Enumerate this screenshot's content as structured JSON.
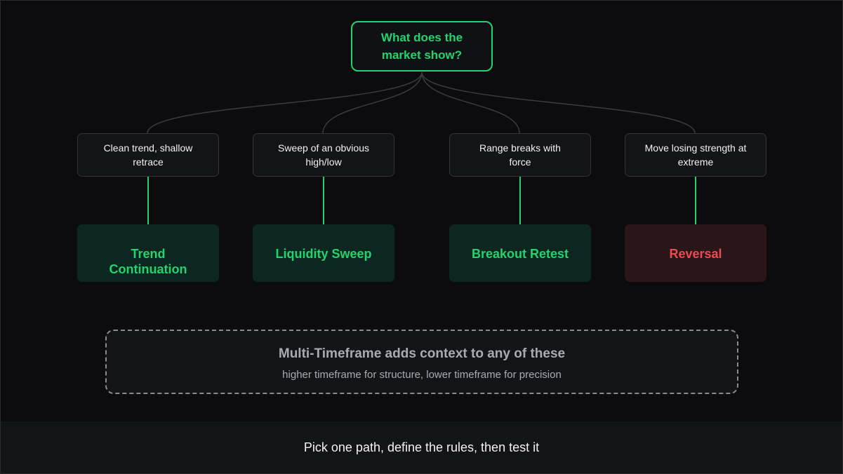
{
  "root": {
    "question": "What does the market show?"
  },
  "branches": [
    {
      "condition": "Clean trend, shallow retrace",
      "setup": "Trend Continuation",
      "tone": "green"
    },
    {
      "condition": "Sweep of an obvious high/low",
      "setup": "Liquidity Sweep",
      "tone": "green"
    },
    {
      "condition": "Range breaks with force",
      "setup": "Breakout Retest",
      "tone": "green"
    },
    {
      "condition": "Move losing strength at extreme",
      "setup": "Reversal",
      "tone": "red"
    }
  ],
  "context_box": {
    "title": "Multi-Timeframe adds context to any of these",
    "subtitle": "higher timeframe for structure, lower timeframe for precision"
  },
  "footer": {
    "text": "Pick one path, define the rules, then test it"
  },
  "colors": {
    "background": "#0c0b0e",
    "accent_green": "#22d46e",
    "accent_red": "#ef4a4f",
    "panel": "#131418",
    "connector": "#3a3b40"
  }
}
